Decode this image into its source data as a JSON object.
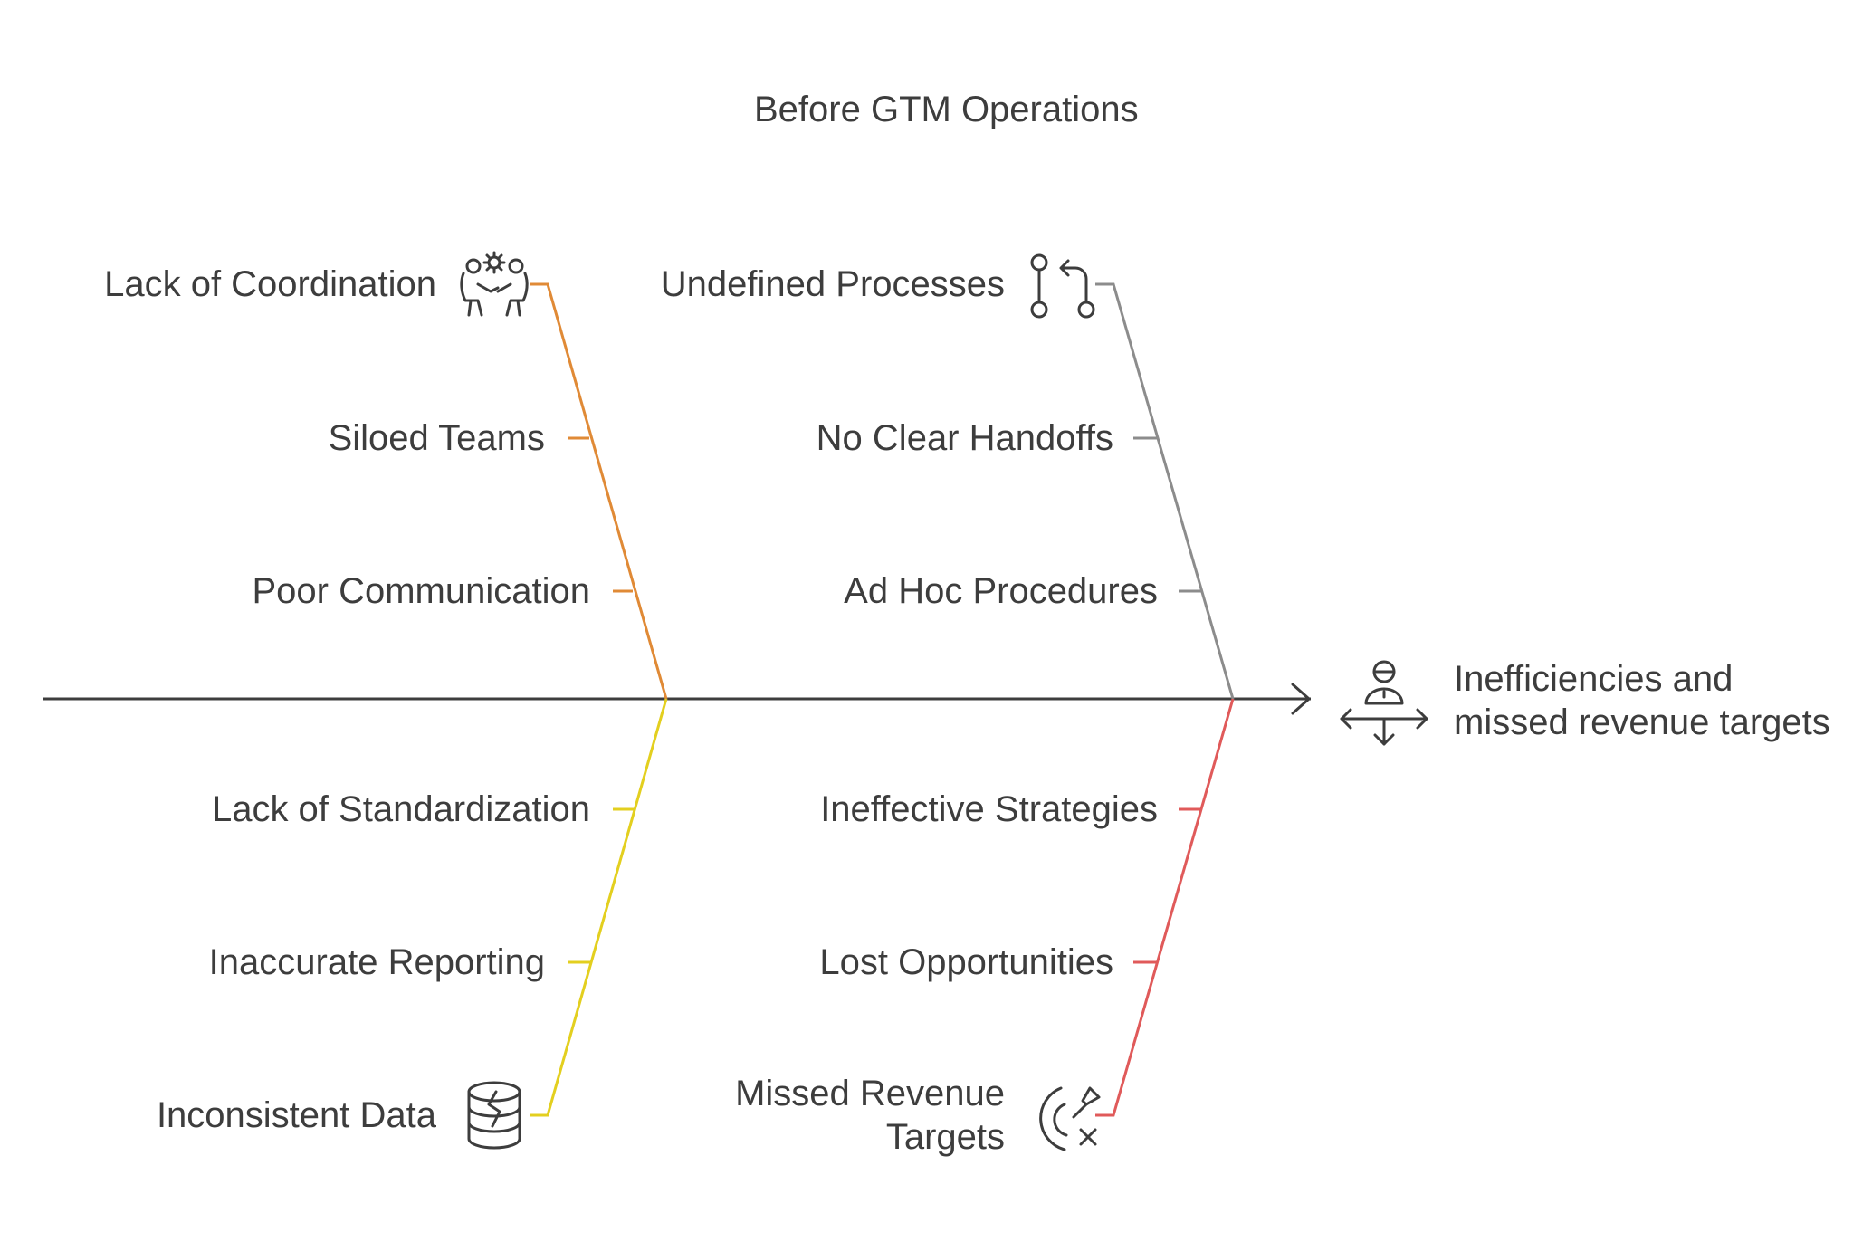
{
  "title": "Before GTM Operations",
  "effect": {
    "line1": "Inefficiencies and",
    "line2": "missed revenue targets",
    "icon": "person-directions-icon"
  },
  "categories": [
    {
      "id": "coordination",
      "title": "Lack of Coordination",
      "icon": "team-gear-icon",
      "color": "#e08a36",
      "causes": [
        "Siloed Teams",
        "Poor Communication"
      ]
    },
    {
      "id": "processes",
      "title": "Undefined Processes",
      "icon": "process-flow-icon",
      "color": "#8c8c8c",
      "causes": [
        "No Clear Handoffs",
        "Ad Hoc Procedures"
      ]
    },
    {
      "id": "data",
      "title": "Inconsistent Data",
      "icon": "broken-database-icon",
      "color": "#e3cf1f",
      "causes": [
        "Lack of Standardization",
        "Inaccurate Reporting"
      ]
    },
    {
      "id": "revenue",
      "title_line1": "Missed Revenue",
      "title_line2": "Targets",
      "icon": "missed-target-icon",
      "color": "#e05a5a",
      "causes": [
        "Ineffective Strategies",
        "Lost Opportunities"
      ]
    }
  ]
}
